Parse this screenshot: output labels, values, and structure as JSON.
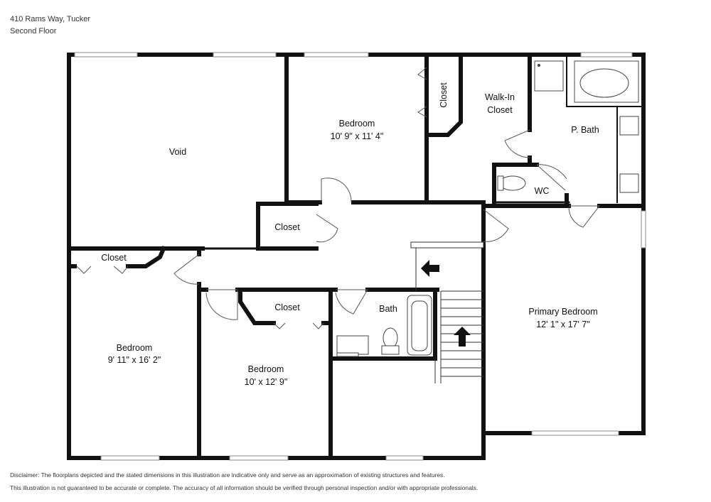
{
  "header": {
    "address": "410 Rams Way, Tucker",
    "floor": "Second Floor"
  },
  "rooms": {
    "void": {
      "name": "Void"
    },
    "bedroom_top": {
      "name": "Bedroom",
      "dims": "10' 9\" x 11' 4\""
    },
    "closet_top": {
      "name": "Closet"
    },
    "walkin_closet": {
      "name_line1": "Walk-In",
      "name_line2": "Closet"
    },
    "p_bath": {
      "name": "P. Bath"
    },
    "wc": {
      "name": "WC"
    },
    "hall_closet": {
      "name": "Closet"
    },
    "left_closet": {
      "name": "Closet"
    },
    "bedroom_left": {
      "name": "Bedroom",
      "dims": "9' 11\" x 16' 2\""
    },
    "mid_closet": {
      "name": "Closet"
    },
    "bedroom_mid": {
      "name": "Bedroom",
      "dims": "10' x 12' 9\""
    },
    "bath": {
      "name": "Bath"
    },
    "primary_bedroom": {
      "name": "Primary Bedroom",
      "dims": "12' 1\" x 17' 7\""
    }
  },
  "footer": {
    "disclaimer_line1": "Disclaimer: The floorplans depicted and the stated dimensions in this illustration are indicative only and serve as an approximation of existing structures and features.",
    "disclaimer_line2": "This illustration is not guaranteed to be accurate or complete. The accuracy of all information should be verified through personal inspection and/or with appropriate professionals."
  }
}
